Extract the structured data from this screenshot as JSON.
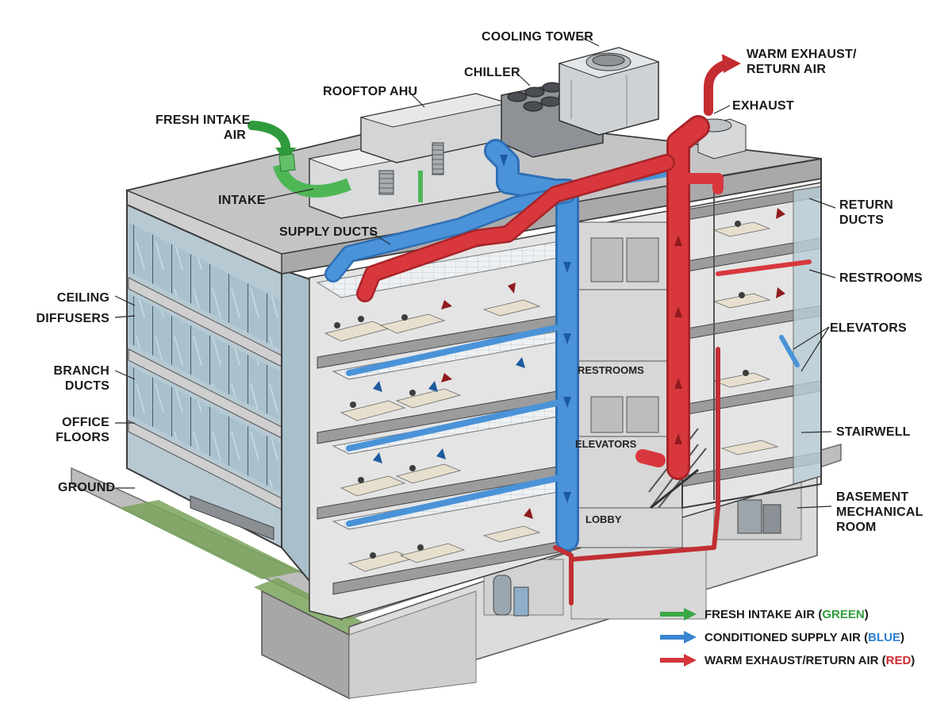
{
  "colors": {
    "fresh": "#3aa844",
    "supply": "#3a86d0",
    "exhaust": "#d4353a",
    "structure": "#c9c9c9",
    "glass": "#9fb8c6",
    "legend_green_word": "#2e9e3a",
    "legend_blue_word": "#2f7fcf",
    "legend_red_word": "#d02b30"
  },
  "labels": {
    "cooling_tower": "COOLING TOWER",
    "chiller": "CHILLER",
    "rooftop_ahu": "ROOFTOP AHU",
    "fresh_intake_air": [
      "FRESH INTAKE",
      "AIR"
    ],
    "intake": "INTAKE",
    "supply_ducts": "SUPPLY DUCTS",
    "warm_exhaust": [
      "WARM EXHAUST/",
      "RETURN AIR"
    ],
    "exhaust": "EXHAUST",
    "return_ducts": [
      "RETURN",
      "DUCTS"
    ],
    "restrooms_right": "RESTROOMS",
    "elevators_right": "ELEVATORS",
    "stairwell": "STAIRWELL",
    "basement": [
      "BASEMENT",
      "MECHANICAL",
      "ROOM"
    ],
    "ceiling_diffusers": [
      "CEILING",
      "DIFFUSERS"
    ],
    "branch_ducts": [
      "BRANCH",
      "DUCTS"
    ],
    "office_floors": [
      "OFFICE",
      "FLOORS"
    ],
    "ground": "GROUND",
    "restrooms_inner": "RESTROOMS",
    "elevators_inner": "ELEVATORS",
    "lobby": "LOBBY"
  },
  "legend": [
    {
      "key": "fresh",
      "prefix": "FRESH INTAKE AIR (",
      "word": "GREEN",
      "suffix": ")",
      "icon": "green-arrow-icon"
    },
    {
      "key": "supply",
      "prefix": "CONDITIONED SUPPLY AIR (",
      "word": "BLUE",
      "suffix": ")",
      "icon": "blue-arrow-icon"
    },
    {
      "key": "exhaust",
      "prefix": "WARM EXHAUST/RETURN AIR (",
      "word": "RED",
      "suffix": ")",
      "icon": "red-arrow-icon"
    }
  ]
}
